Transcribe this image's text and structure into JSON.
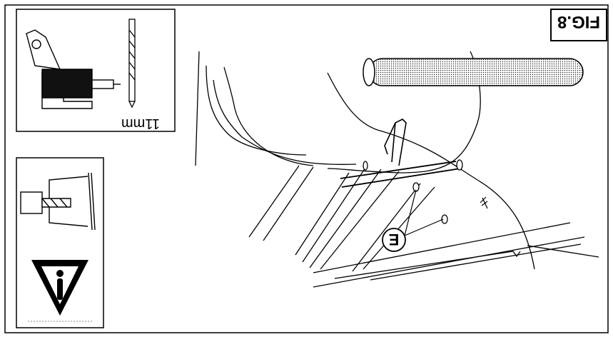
{
  "figure": {
    "label": "FIG.8",
    "callout_letter": "E"
  },
  "drill_panel": {
    "bit_size": "11mm"
  },
  "colors": {
    "ink": "#000000",
    "paper": "#ffffff"
  }
}
